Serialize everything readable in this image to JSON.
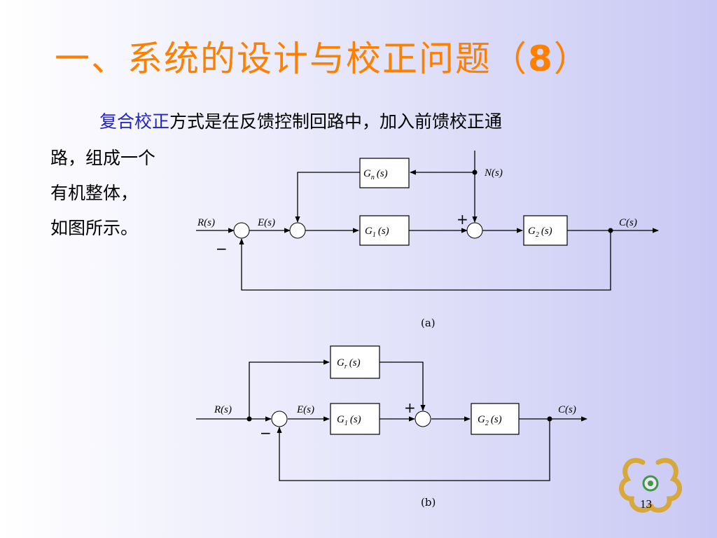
{
  "title": {
    "main": "一、系统的设计与校正问题",
    "paren_open": "（",
    "num": "8",
    "paren_close": "）"
  },
  "intro": {
    "highlight": "复合校正",
    "line1_rest": "方式是在反馈控制回路中，加入前馈校正通",
    "line2": "路，组成一个",
    "line3": "有机整体，",
    "line4": "如图所示。"
  },
  "diagram_a": {
    "caption": "(a)",
    "labels": {
      "R": "R(s)",
      "E": "E(s)",
      "N": "N(s)",
      "C": "C(s)",
      "Gn": "G",
      "Gn_sub": "n",
      "G1": "G",
      "G1_sub": "1",
      "G2": "G",
      "G2_sub": "2",
      "arg": "(s)"
    },
    "signs": {
      "plus": "+",
      "minus": "−"
    }
  },
  "diagram_b": {
    "caption": "(b)",
    "labels": {
      "R": "R(s)",
      "E": "E(s)",
      "C": "C(s)",
      "Gr": "G",
      "Gr_sub": "r",
      "G1": "G",
      "G1_sub": "1",
      "G2": "G",
      "G2_sub": "2",
      "arg": "(s)"
    },
    "signs": {
      "plus": "+",
      "minus": "−"
    }
  },
  "page_number": "13",
  "logo_icon": "university-emblem-icon",
  "colors": {
    "title": "#ff8000",
    "highlight": "#2222cc"
  }
}
